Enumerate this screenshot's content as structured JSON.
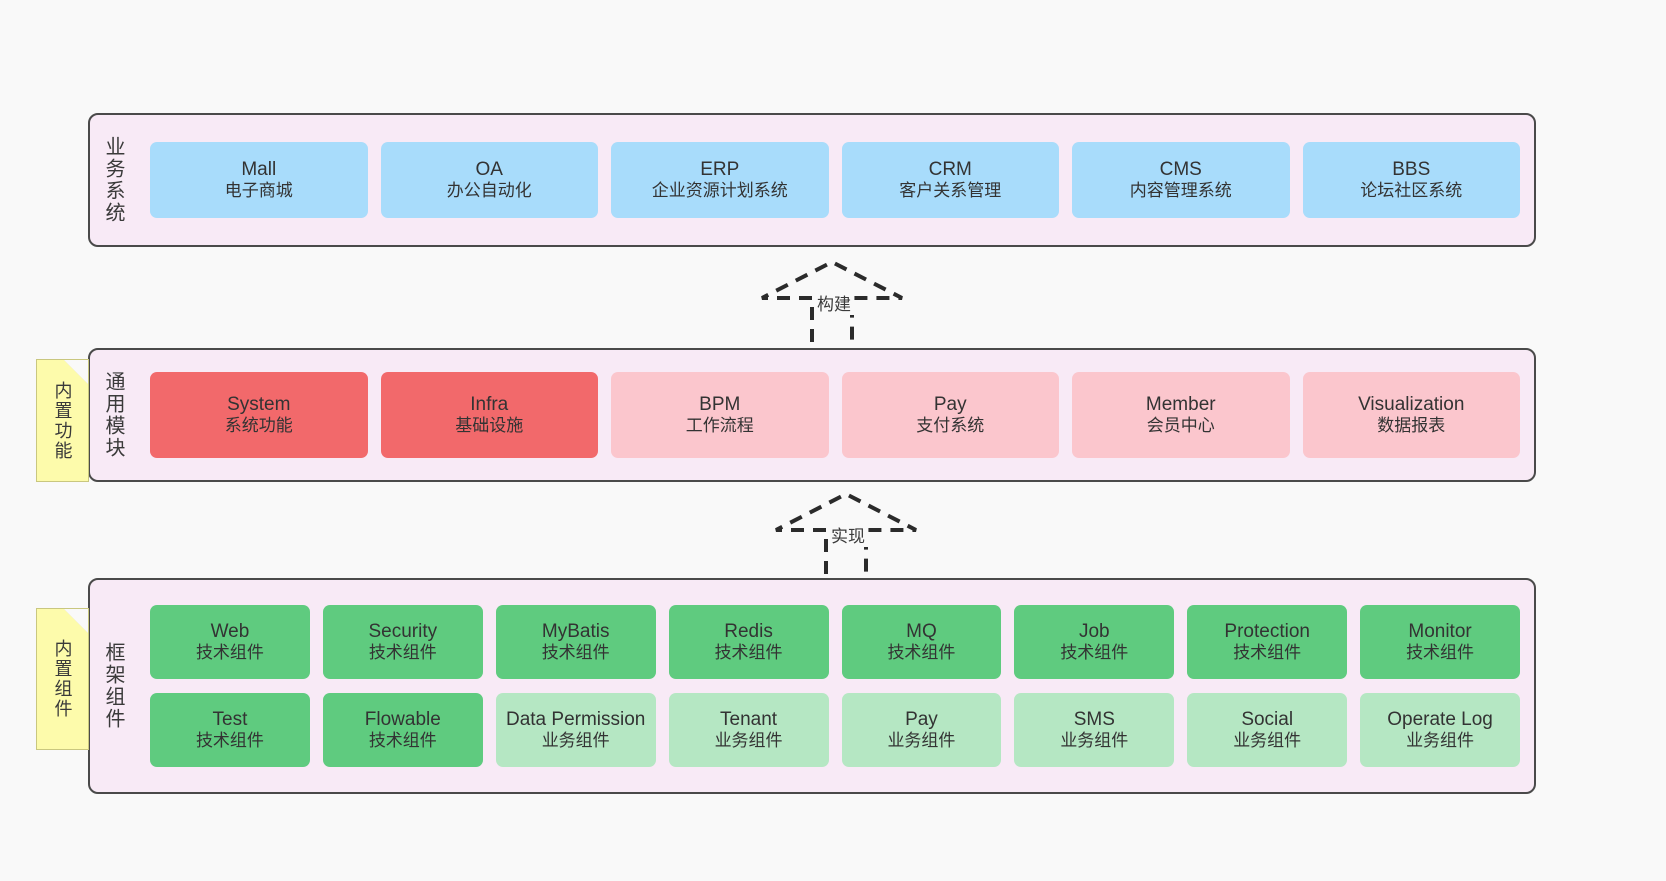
{
  "diagram": {
    "background_color": "#f9f9f9",
    "layer_fill": "#f8eaf6",
    "layer_border": "#4a4a4a"
  },
  "layers": [
    {
      "id": "business-system",
      "title": "业务系统",
      "cells": [
        {
          "name": "Mall",
          "desc": "电子商城",
          "color": "#a8dcfb"
        },
        {
          "name": "OA",
          "desc": "办公自动化",
          "color": "#a8dcfb"
        },
        {
          "name": "ERP",
          "desc": "企业资源计划系统",
          "color": "#a8dcfb"
        },
        {
          "name": "CRM",
          "desc": "客户关系管理",
          "color": "#a8dcfb"
        },
        {
          "name": "CMS",
          "desc": "内容管理系统",
          "color": "#a8dcfb"
        },
        {
          "name": "BBS",
          "desc": "论坛社区系统",
          "color": "#a8dcfb"
        }
      ]
    },
    {
      "id": "common-module",
      "title": "通用模块",
      "note": "内置功能",
      "cells": [
        {
          "name": "System",
          "desc": "系统功能",
          "color": "#f2696b"
        },
        {
          "name": "Infra",
          "desc": "基础设施",
          "color": "#f2696b"
        },
        {
          "name": "BPM",
          "desc": "工作流程",
          "color": "#fbc6cd"
        },
        {
          "name": "Pay",
          "desc": "支付系统",
          "color": "#fbc6cd"
        },
        {
          "name": "Member",
          "desc": "会员中心",
          "color": "#fbc6cd"
        },
        {
          "name": "Visualization",
          "desc": "数据报表",
          "color": "#fbc6cd"
        }
      ]
    },
    {
      "id": "framework-component",
      "title": "框架组件",
      "note": "内置组件",
      "rows": [
        [
          {
            "name": "Web",
            "desc": "技术组件",
            "color": "#5fcb7f"
          },
          {
            "name": "Security",
            "desc": "技术组件",
            "color": "#5fcb7f"
          },
          {
            "name": "MyBatis",
            "desc": "技术组件",
            "color": "#5fcb7f"
          },
          {
            "name": "Redis",
            "desc": "技术组件",
            "color": "#5fcb7f"
          },
          {
            "name": "MQ",
            "desc": "技术组件",
            "color": "#5fcb7f"
          },
          {
            "name": "Job",
            "desc": "技术组件",
            "color": "#5fcb7f"
          },
          {
            "name": "Protection",
            "desc": "技术组件",
            "color": "#5fcb7f"
          },
          {
            "name": "Monitor",
            "desc": "技术组件",
            "color": "#5fcb7f"
          }
        ],
        [
          {
            "name": "Test",
            "desc": "技术组件",
            "color": "#5fcb7f"
          },
          {
            "name": "Flowable",
            "desc": "技术组件",
            "color": "#5fcb7f"
          },
          {
            "name": "Data Permission",
            "desc": "业务组件",
            "color": "#b5e7c3"
          },
          {
            "name": "Tenant",
            "desc": "业务组件",
            "color": "#b5e7c3"
          },
          {
            "name": "Pay",
            "desc": "业务组件",
            "color": "#b5e7c3"
          },
          {
            "name": "SMS",
            "desc": "业务组件",
            "color": "#b5e7c3"
          },
          {
            "name": "Social",
            "desc": "业务组件",
            "color": "#b5e7c3"
          },
          {
            "name": "Operate Log",
            "desc": "业务组件",
            "color": "#b5e7c3"
          }
        ]
      ]
    }
  ],
  "arrows": [
    {
      "id": "build",
      "label": "构建"
    },
    {
      "id": "implement",
      "label": "实现"
    }
  ]
}
